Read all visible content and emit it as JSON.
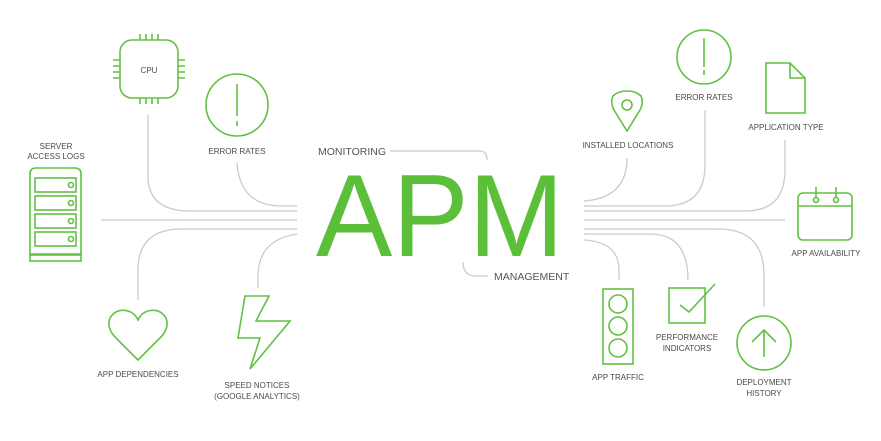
{
  "colors": {
    "accent": "#62c142",
    "line": "#cbcbcb",
    "text": "#4a4a4a"
  },
  "center": {
    "title": "APM",
    "top_label": "MONITORING",
    "bottom_label": "MANAGEMENT"
  },
  "left": {
    "cpu": {
      "label": "CPU",
      "icon": "cpu-chip-icon"
    },
    "error_rates": {
      "label": "ERROR RATES",
      "icon": "exclamation-circle-icon"
    },
    "server": {
      "label_line1": "SERVER",
      "label_line2": "ACCESS LOGS",
      "icon": "server-rack-icon"
    },
    "dependencies": {
      "label": "APP DEPENDENCIES",
      "icon": "heart-icon"
    },
    "speed": {
      "label_line1": "SPEED NOTICES",
      "label_line2": "(GOOGLE ANALYTICS)",
      "icon": "lightning-icon"
    }
  },
  "right": {
    "locations": {
      "label": "INSTALLED LOCATIONS",
      "icon": "map-pin-icon"
    },
    "error_rates": {
      "label": "ERROR RATES",
      "icon": "exclamation-circle-icon"
    },
    "app_type": {
      "label": "APPLICATION TYPE",
      "icon": "document-icon"
    },
    "availability": {
      "label": "APP AVAILABILITY",
      "icon": "calendar-icon"
    },
    "traffic": {
      "label": "APP TRAFFIC",
      "icon": "traffic-light-icon"
    },
    "performance": {
      "label_line1": "PERFORMANCE",
      "label_line2": "INDICATORS",
      "icon": "checkbox-icon"
    },
    "deployment": {
      "label_line1": "DEPLOYMENT",
      "label_line2": "HISTORY",
      "icon": "arrow-up-circle-icon"
    }
  }
}
